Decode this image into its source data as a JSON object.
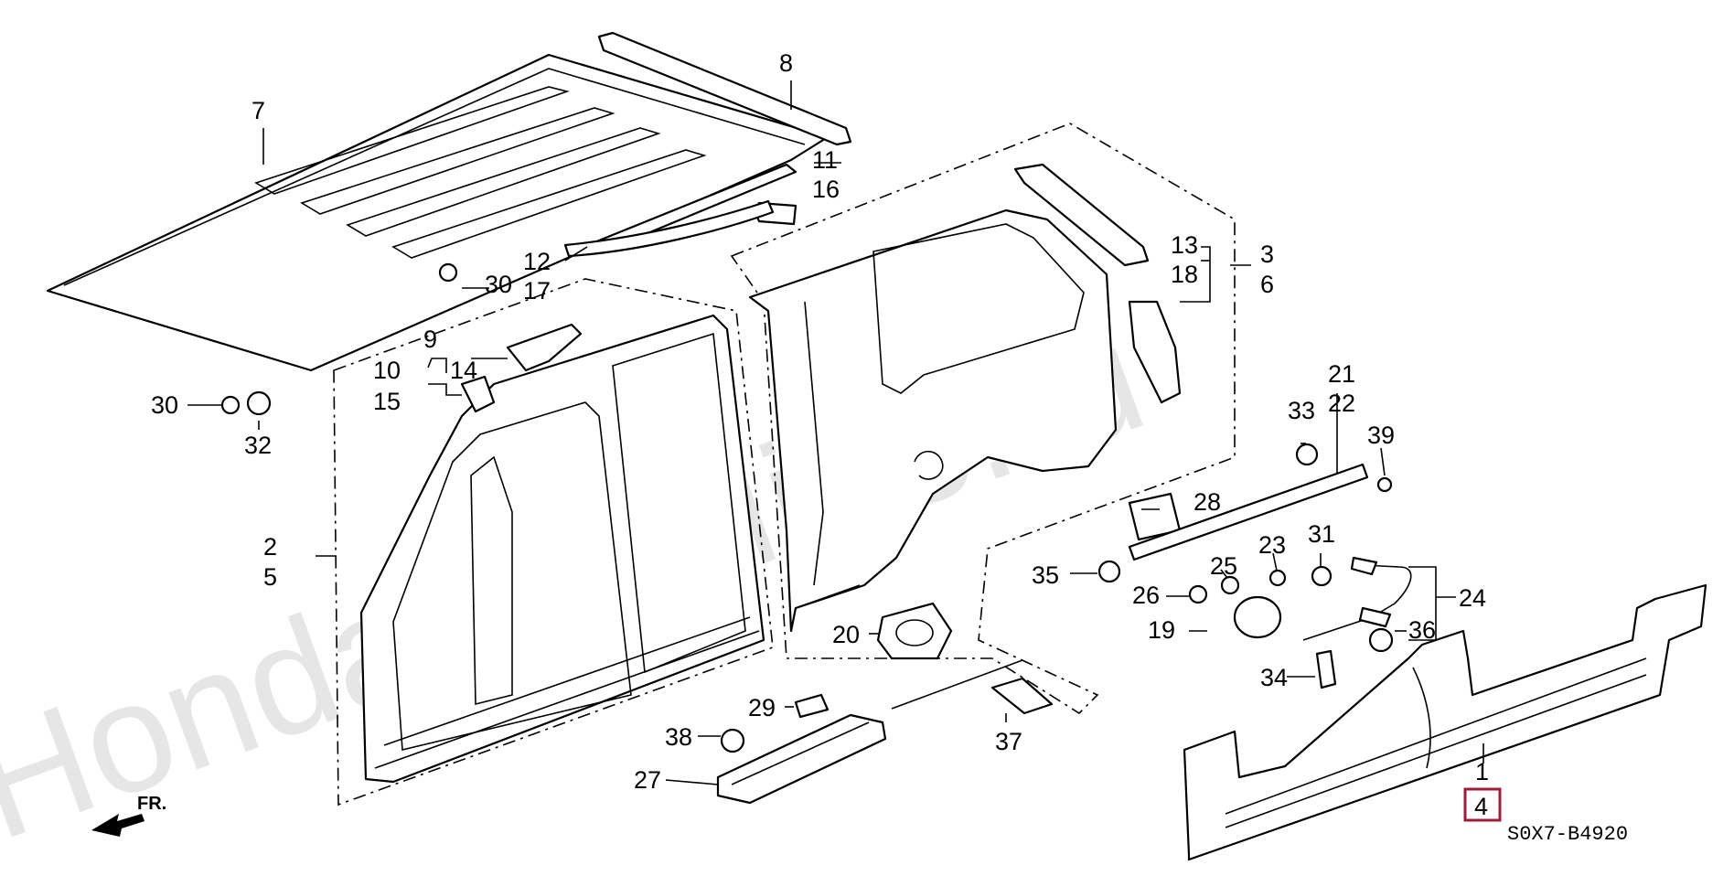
{
  "watermark": "HondaCarMine.ru",
  "diagram_code": "S0X7-B4920",
  "front_label": "FR.",
  "highlighted_part": "4",
  "callouts": {
    "p1": "1",
    "p2": "2",
    "p3": "3",
    "p4": "4",
    "p5": "5",
    "p6": "6",
    "p7": "7",
    "p8": "8",
    "p9": "9",
    "p10": "10",
    "p11": "11",
    "p12": "12",
    "p13": "13",
    "p14": "14",
    "p15": "15",
    "p16": "16",
    "p17": "17",
    "p18": "18",
    "p19": "19",
    "p20": "20",
    "p21": "21",
    "p22": "22",
    "p23": "23",
    "p24": "24",
    "p25": "25",
    "p26": "26",
    "p27": "27",
    "p28": "28",
    "p29": "29",
    "p30a": "30",
    "p30b": "30",
    "p31": "31",
    "p32": "32",
    "p33": "33",
    "p34": "34",
    "p35": "35",
    "p36": "36",
    "p37": "37",
    "p38": "38",
    "p39": "39"
  }
}
